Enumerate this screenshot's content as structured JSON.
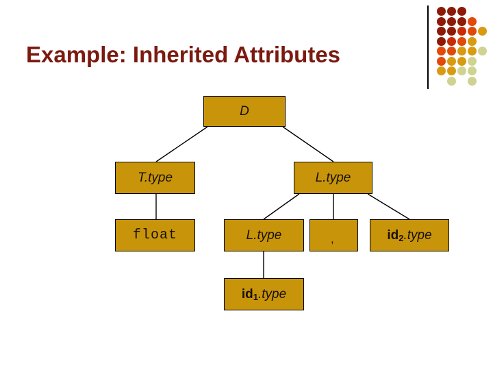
{
  "slide": {
    "title": "Example: Inherited Attributes",
    "title_color": "#7B1A10",
    "background_color": "#FFFFFF"
  },
  "decor": {
    "rule_color": "#000000",
    "dot_colors": [
      "#8C1A06",
      "#8C1A06",
      "#8C1A06",
      "#8C1A06",
      "#8C1A06",
      "#8C1A06",
      "#E2490B",
      "#8C1A06",
      "#8C1A06",
      "#C72C06",
      "#DD4A0A",
      "#D79B12",
      "#8C1A06",
      "#C72C06",
      "#DD4A0A",
      "#D79B12",
      "#E2490B",
      "#DD4A0A",
      "#D79B12",
      "#D79B12",
      "#CFD391",
      "#E2490B",
      "#D79B12",
      "#D79B12",
      "#CFD391",
      "#D79B12",
      "#D79B12",
      "#CFD391",
      "#CFD391",
      "#CFD391",
      "#CFD391"
    ]
  },
  "tree": {
    "node_fill": "#C8950A",
    "node_border": "#000000",
    "edge_color": "#000000",
    "nodes": [
      {
        "id": "d",
        "label": "D",
        "style": "italic"
      },
      {
        "id": "t-type",
        "label": "T.type",
        "style": "italic"
      },
      {
        "id": "l-type-1",
        "label": "L.type",
        "style": "italic"
      },
      {
        "id": "float",
        "label": "float",
        "style": "mono"
      },
      {
        "id": "l-type-2",
        "label": "L.type",
        "style": "italic"
      },
      {
        "id": "comma",
        "label": ",",
        "style": "comma"
      },
      {
        "id": "id2-type",
        "name": "id",
        "sub": "2",
        "attr": ".type",
        "style": "id"
      },
      {
        "id": "id1-type",
        "name": "id",
        "sub": "1",
        "attr": ".type",
        "style": "id"
      }
    ]
  }
}
